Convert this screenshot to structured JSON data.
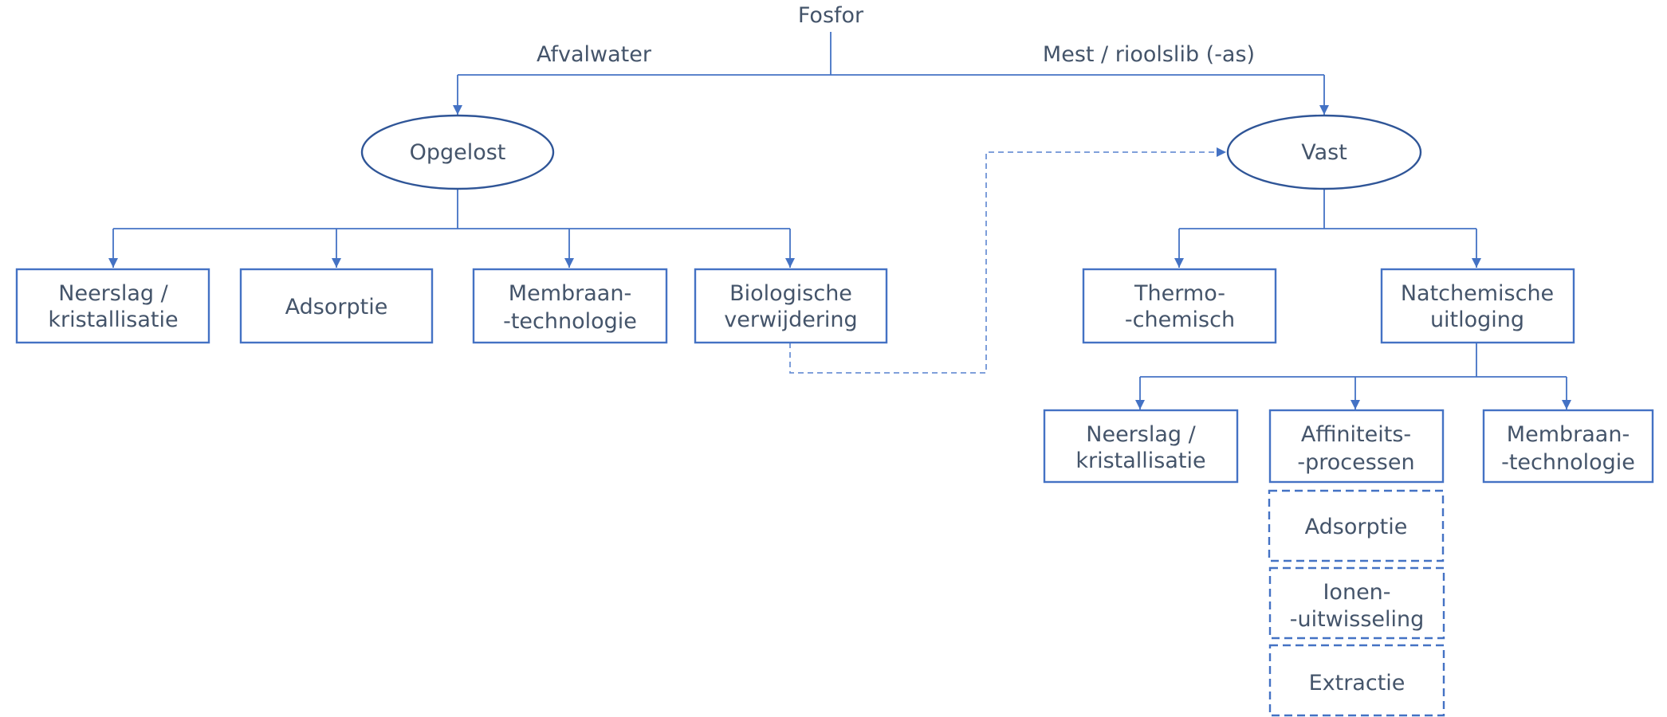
{
  "diagram": {
    "root": "Fosfor",
    "branch_left": "Afvalwater",
    "branch_right": "Mest / rioolslib (-as)",
    "opgelost": "Opgelost",
    "vast": "Vast",
    "neerslag_left": [
      "Neerslag /",
      "kristallisatie"
    ],
    "adsorptie_left": "Adsorptie",
    "membraan_left": [
      "Membraan-",
      "-technologie"
    ],
    "biologische": [
      "Biologische",
      "verwijdering"
    ],
    "thermo": [
      "Thermo-",
      "-chemisch"
    ],
    "natchemische": [
      "Natchemische",
      "uitloging"
    ],
    "neerslag_right": [
      "Neerslag /",
      "kristallisatie"
    ],
    "affiniteits": [
      "Affiniteits-",
      "-processen"
    ],
    "membraan_right": [
      "Membraan-",
      "-technologie"
    ],
    "adsorptie_right": "Adsorptie",
    "ionen": [
      "Ionen-",
      "-uitwisseling"
    ],
    "extractie": "Extractie"
  },
  "colors": {
    "line": "#4472C4",
    "ellipse_stroke": "#2F5597",
    "text": "#44546A"
  }
}
